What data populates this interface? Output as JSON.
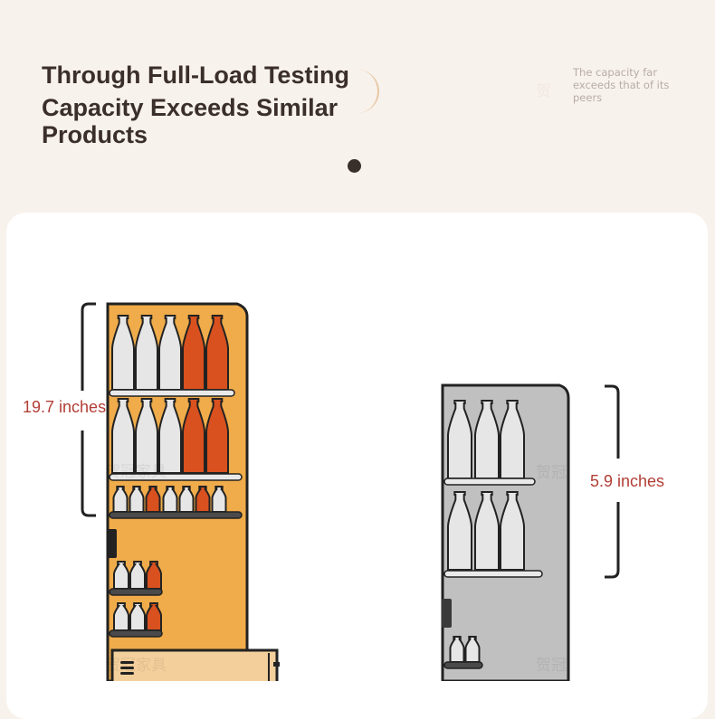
{
  "header": {
    "title_line1": "Through Full-Load Testing",
    "title_line2": "Capacity Exceeds Similar Products",
    "side_note": "The capacity far exceeds that of its peers",
    "watermark": "贺"
  },
  "product_comparison": {
    "ours": {
      "dimension_label": "19.7 inches",
      "color": "#f0ac4a"
    },
    "peer": {
      "dimension_label": "5.9 inches",
      "color": "#c0c0c0"
    },
    "watermarks": [
      "贺冠家具",
      "贺冠",
      "贺冠家具",
      "贺冠"
    ]
  },
  "colors": {
    "bottle_white": "#e6e6e6",
    "bottle_red": "#d8511f",
    "shelf_light": "#e9e9e9",
    "shelf_dark": "#4a4a4a",
    "outline": "#222222",
    "label_red": "#b13f36"
  }
}
